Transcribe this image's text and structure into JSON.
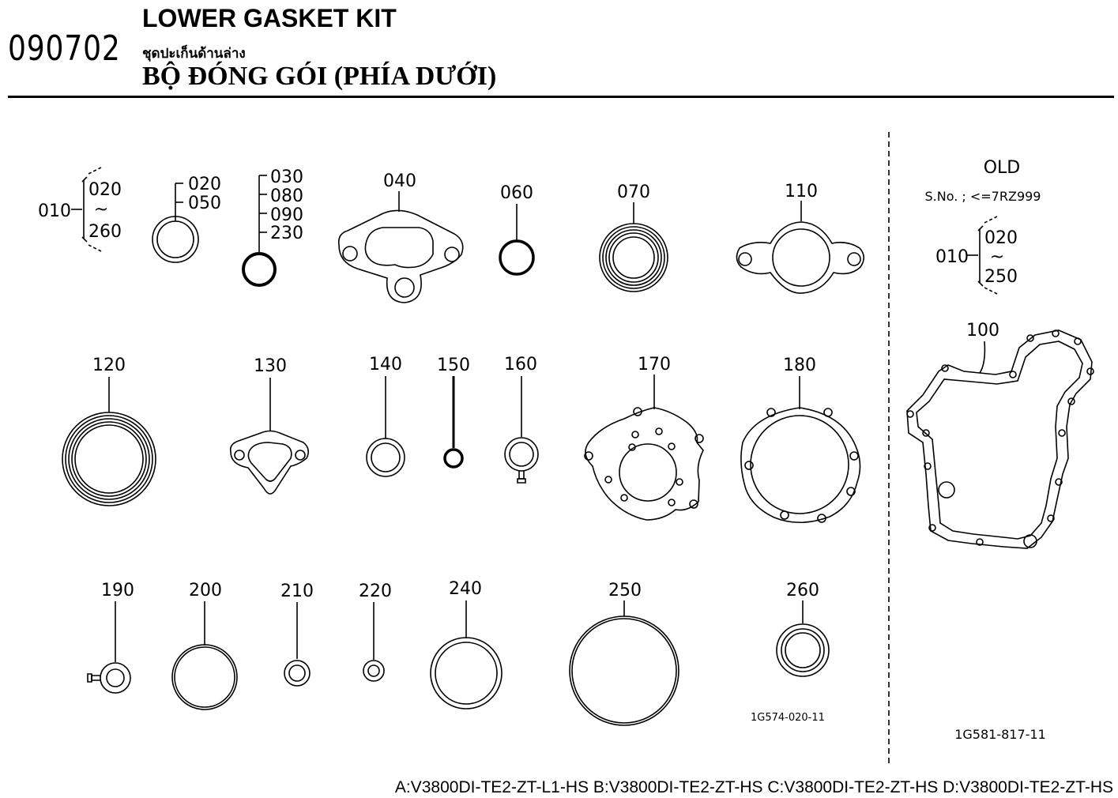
{
  "header": {
    "code": "090702",
    "title_en": "LOWER GASKET KIT",
    "title_th": "ชุดปะเก็นด้านล่าง",
    "title_vi": "BỘ ĐÓNG GÓI (PHÍA DƯỚI)"
  },
  "parts": {
    "p010": "010",
    "range_020": "020",
    "tilde": "~",
    "range_260": "260",
    "p020": "020",
    "p050": "050",
    "p030": "030",
    "p080": "080",
    "p090": "090",
    "p230": "230",
    "p040": "040",
    "p060": "060",
    "p070": "070",
    "p110": "110",
    "p120": "120",
    "p130": "130",
    "p140": "140",
    "p150": "150",
    "p160": "160",
    "p170": "170",
    "p180": "180",
    "p190": "190",
    "p200": "200",
    "p210": "210",
    "p220": "220",
    "p240": "240",
    "p250": "250",
    "p260": "260"
  },
  "old_section": {
    "title": "OLD",
    "serial": "S.No. ; <=7RZ999",
    "p010": "010",
    "range_020": "020",
    "tilde": "~",
    "range_250": "250",
    "p100": "100"
  },
  "drawing_codes": {
    "main": "1G574-020-11",
    "old": "1G581-817-11"
  },
  "footer": {
    "models": "A:V3800DI-TE2-ZT-L1-HS B:V3800DI-TE2-ZT-HS C:V3800DI-TE2-ZT-HS D:V3800DI-TE2-ZT-HS"
  }
}
